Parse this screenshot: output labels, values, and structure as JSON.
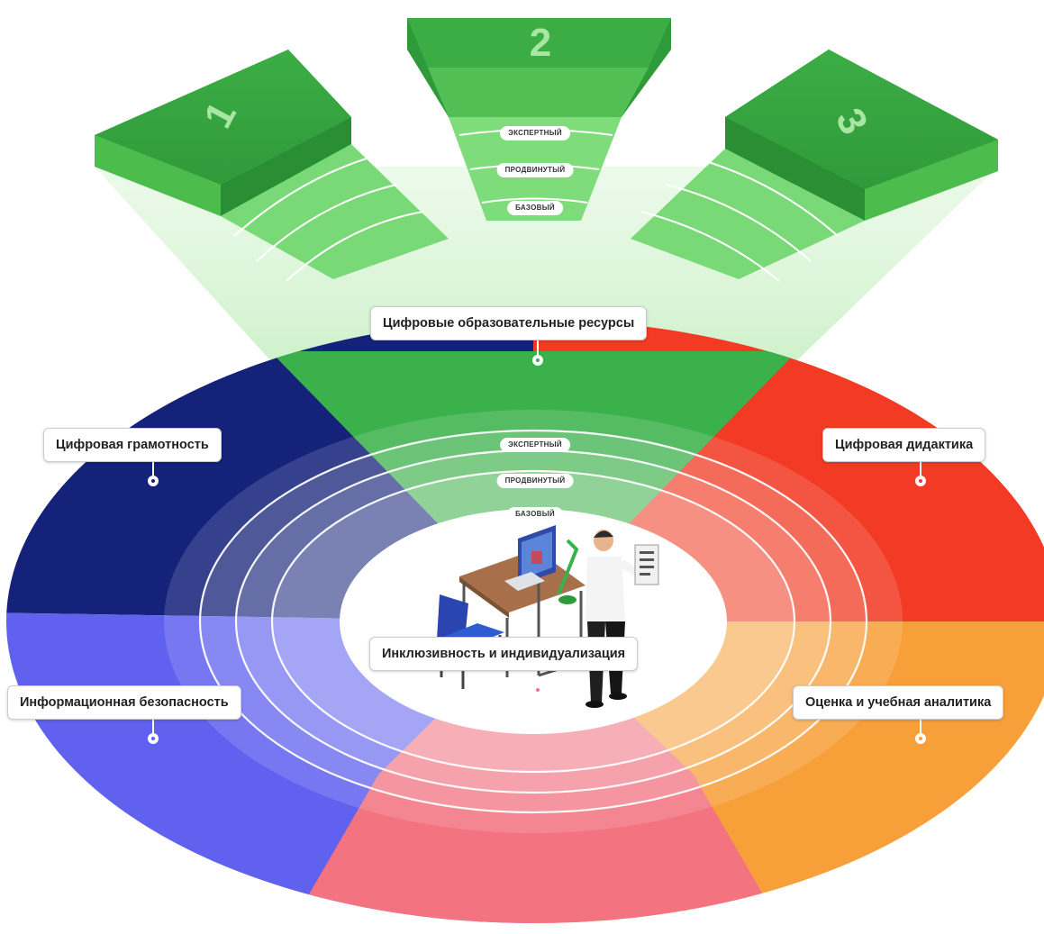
{
  "center_domain": {
    "label": "Цифровые образовательные ресурсы",
    "levels": [
      "ЭКСПЕРТНЫЙ",
      "ПРОДВИНУТЫЙ",
      "БАЗОВЫЙ"
    ]
  },
  "top_panels": [
    {
      "number": "1"
    },
    {
      "number": "2",
      "levels": [
        "ЭКСПЕРТНЫЙ",
        "ПРОДВИНУТЫЙ",
        "БАЗОВЫЙ"
      ]
    },
    {
      "number": "3"
    }
  ],
  "domains": [
    {
      "label": "Цифровая грамотность",
      "color": "#14227a"
    },
    {
      "label": "Цифровая дидактика",
      "color": "#f23a24"
    },
    {
      "label": "Информационная безопасность",
      "color": "#6161f0"
    },
    {
      "label": "Оценка и учебная аналитика",
      "color": "#f7a03a"
    },
    {
      "label": "Инклюзивность и индивидуализация",
      "color": "#f37380"
    }
  ],
  "colors": {
    "green": "#3ab14a",
    "green_light": "#8fe389",
    "navy": "#14227a",
    "red": "#f23a24",
    "violet": "#6161f0",
    "orange": "#f7a03a",
    "pink": "#f37380"
  }
}
